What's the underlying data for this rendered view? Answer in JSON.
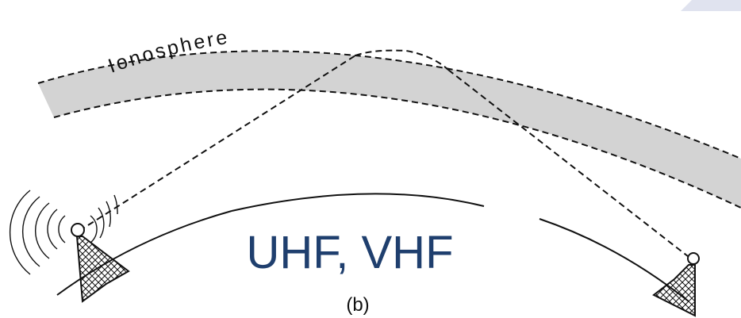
{
  "diagram": {
    "layer_label": "Ionosphere",
    "frequency_label": "UHF, VHF",
    "panel_label": "(b)",
    "colors": {
      "layer_fill": "#d3d3d3",
      "line": "#111111",
      "frequency_text": "#1f3f6e"
    },
    "icons": {
      "transmitter": "radio-tower-icon",
      "receiver": "radio-tower-icon",
      "waves": "signal-waves-icon"
    }
  }
}
